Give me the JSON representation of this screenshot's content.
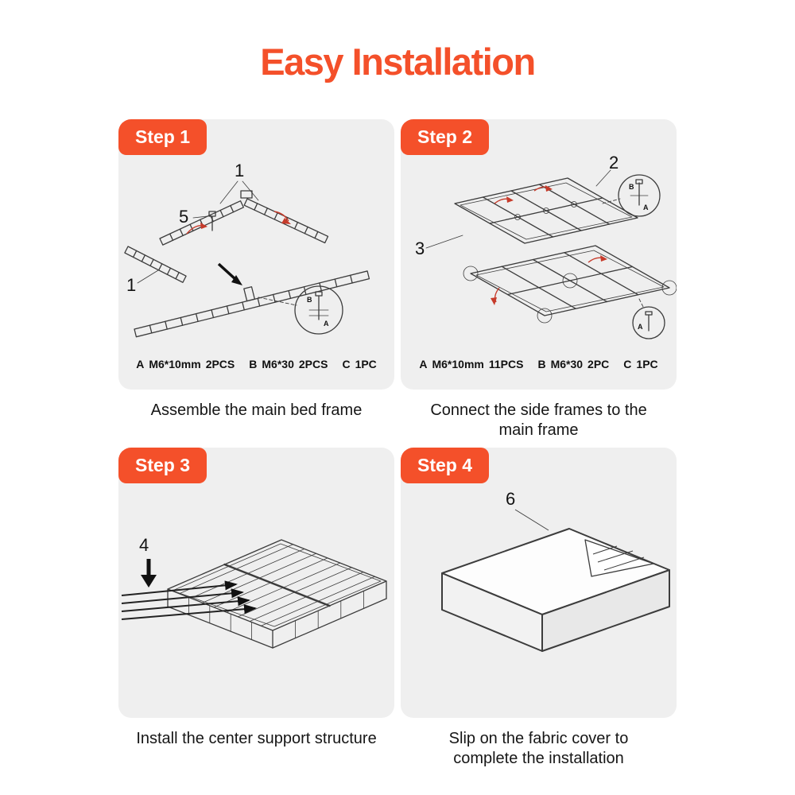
{
  "title": "Easy Installation",
  "theme": {
    "accent": "#F4502A",
    "card_bg": "#EFEFEF",
    "ink": "#111111",
    "line": "#3C3C3C",
    "red_arrow": "#C63B2B"
  },
  "steps": [
    {
      "badge": "Step 1",
      "caption": "Assemble the main bed frame",
      "hardware": [
        {
          "key": "A",
          "spec": "M6*10mm",
          "qty": "2PCS"
        },
        {
          "key": "B",
          "spec": "M6*30",
          "qty": "2PCS"
        },
        {
          "key": "C",
          "qty": "1PC"
        }
      ],
      "labels": {
        "top_rail": "1",
        "left_rail": "1",
        "pin": "5",
        "detail_b": "B",
        "detail_a": "A"
      }
    },
    {
      "badge": "Step 2",
      "caption": "Connect the side frames to the main frame",
      "hardware": [
        {
          "key": "A",
          "spec": "M6*10mm",
          "qty": "11PCS"
        },
        {
          "key": "B",
          "spec": "M6*30",
          "qty": "2PC"
        },
        {
          "key": "C",
          "qty": "1PC"
        }
      ],
      "labels": {
        "side_frame": "2",
        "cross_bar": "3",
        "detail_b": "B",
        "detail_a": "A",
        "detail_a2": "A"
      }
    },
    {
      "badge": "Step 3",
      "caption": "Install the center support structure",
      "labels": {
        "support": "4"
      }
    },
    {
      "badge": "Step 4",
      "caption": "Slip on the fabric cover to complete the installation",
      "labels": {
        "cover": "6"
      }
    }
  ]
}
